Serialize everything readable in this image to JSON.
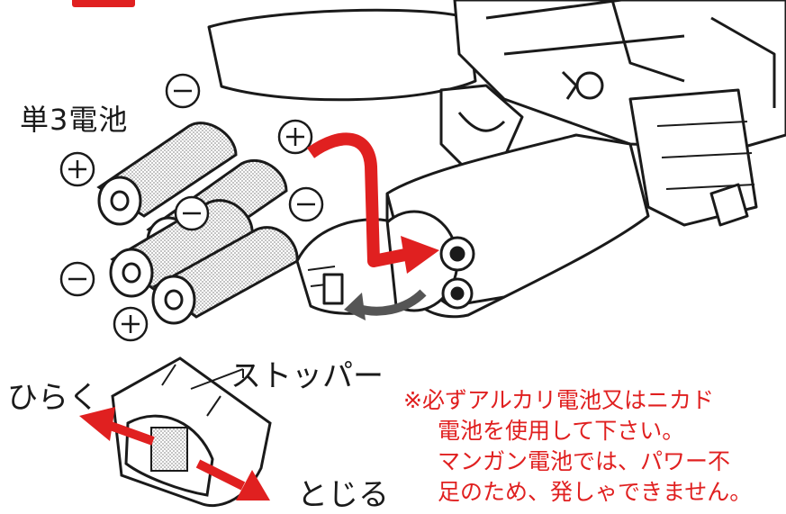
{
  "labels": {
    "battery_type": "単3電池",
    "open": "ひらく",
    "stopper": "ストッパー",
    "close": "とじる",
    "plus": "+",
    "minus": "−"
  },
  "notice": {
    "line1": "※必ずアルカリ電池又はニカド",
    "line2": "電池を使用して下さい。",
    "line3": "マンガン電池では、パワー不",
    "line4": "足のため、発しゃできません。"
  },
  "colors": {
    "accent": "#e02020",
    "ink": "#1a1a1a"
  },
  "icons": [
    "plus-symbol",
    "minus-symbol",
    "battery",
    "arrow"
  ]
}
